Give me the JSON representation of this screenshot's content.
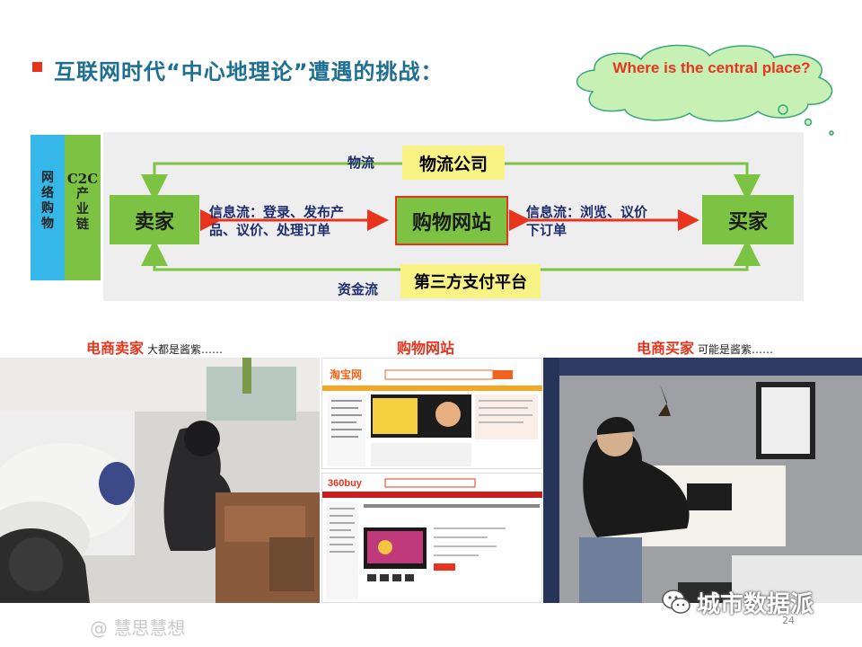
{
  "title": "互联网时代“中心地理论”遭遇的挑战：",
  "cloud_text": "Where is the central place?",
  "side_labels": {
    "online_shopping": [
      "网",
      "络",
      "购",
      "物"
    ],
    "c2c": "C2C",
    "chain": [
      "产",
      "业",
      "链"
    ]
  },
  "nodes": {
    "seller": "卖家",
    "buyer": "买家",
    "website": "购物网站",
    "logistics_company": "物流公司",
    "payment_platform": "第三方支付平台"
  },
  "flows": {
    "logistics": "物流",
    "capital": "资金流",
    "info_left_line1": "信息流：登录、发布产",
    "info_left_line2": "品、议价、处理订单",
    "info_right_line1": "信息流：浏览、议价",
    "info_right_line2": "下订单"
  },
  "captions": {
    "seller_title": "电商卖家",
    "seller_note": "大都是酱紫……",
    "site_title": "购物网站",
    "buyer_title": "电商买家",
    "buyer_note": "可能是酱紫……"
  },
  "screens": {
    "taobao_logo": "淘宝网",
    "shop360_logo": "360buy"
  },
  "footer": {
    "weibo_mark": "@ 慧思慧想",
    "wechat_mark": "城市数据派",
    "page_number": "24"
  },
  "colors": {
    "title": "#1f6f93",
    "accent_red": "#e8341c",
    "green_box": "#7cc243",
    "yellow_box": "#f9f386",
    "blue_bar": "#36b7ea",
    "cloud_fill": "#c6f0b4"
  }
}
